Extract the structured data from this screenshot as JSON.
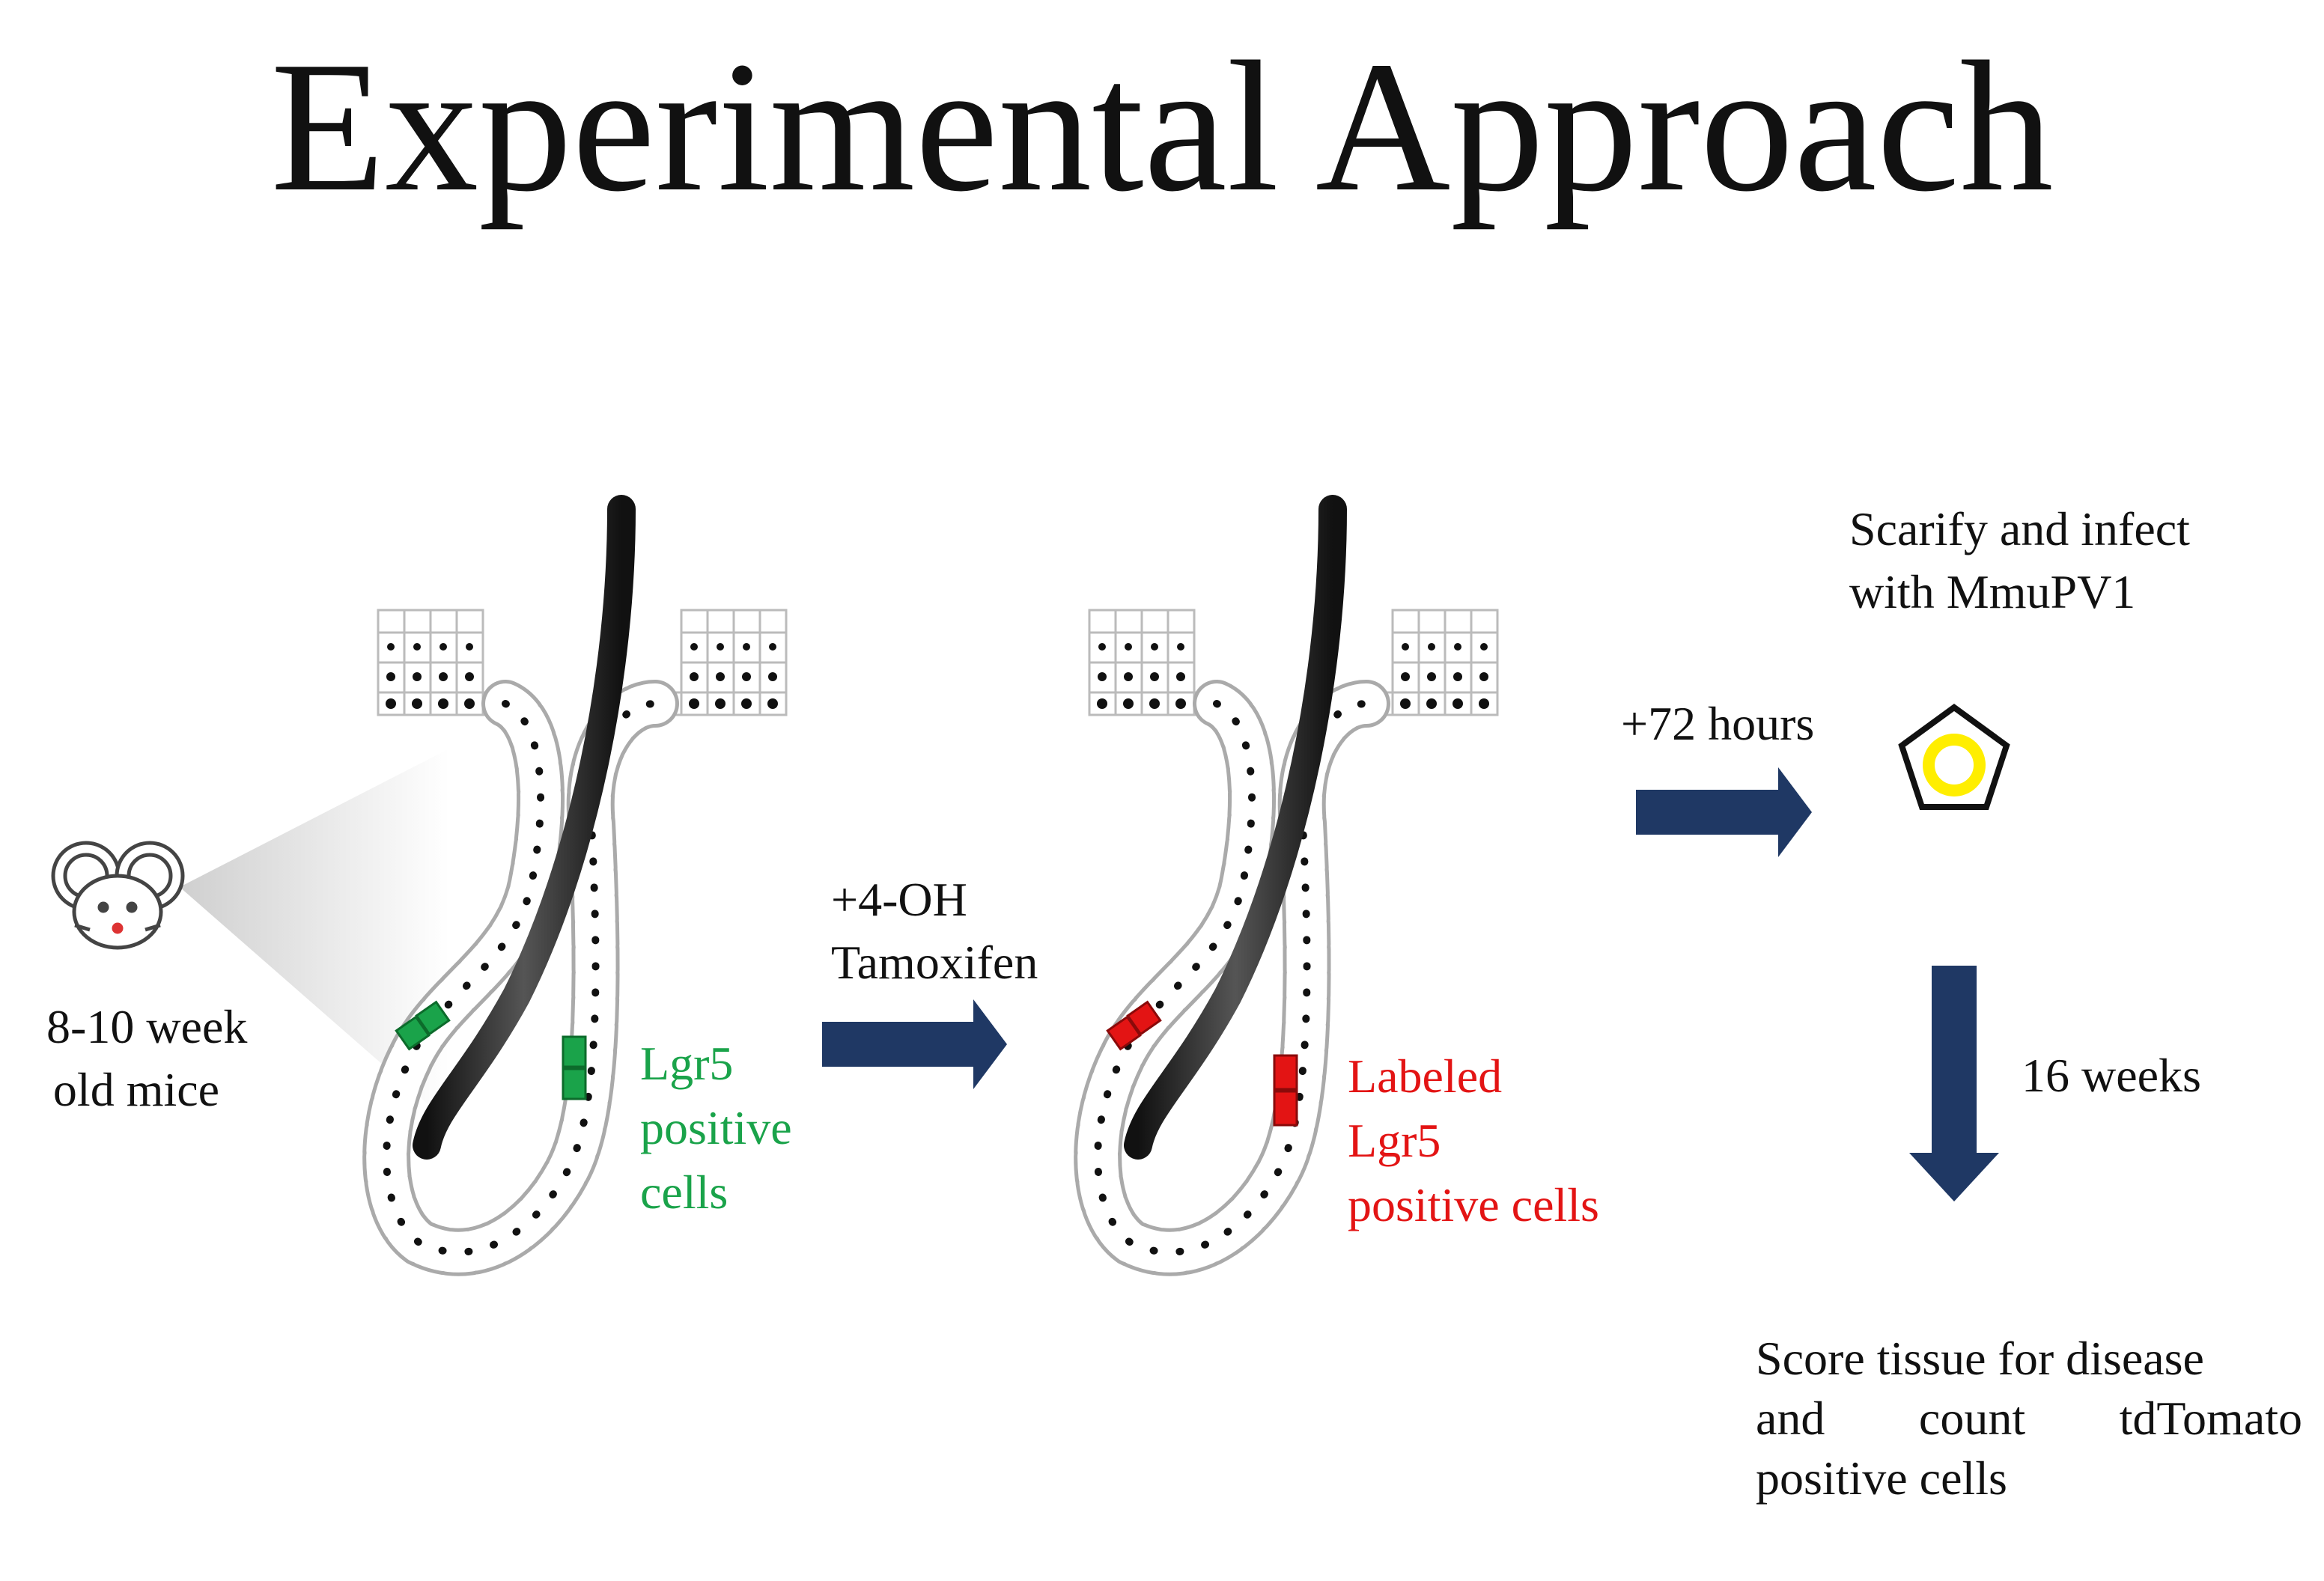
{
  "title": "Experimental Approach",
  "mouse_label": [
    "8-10 week",
    "old mice"
  ],
  "green_label": [
    "Lgr5",
    "positive",
    "cells"
  ],
  "tamoxifen_label": [
    "+4-OH",
    "Tamoxifen"
  ],
  "red_label": [
    "Labeled",
    "Lgr5",
    "positive cells"
  ],
  "hours_label": "+72 hours",
  "infect_label": [
    "Scarify and infect",
    "with MmuPV1"
  ],
  "weeks_label": "16 weeks",
  "score_label": [
    "Score tissue for disease",
    "and count tdTomato",
    "positive cells"
  ],
  "colors": {
    "arrow": "#1f3864",
    "green_cell": "#1aa34a",
    "red_cell": "#e31414",
    "virus_ring": "#ffee00",
    "hair": "#222222"
  },
  "icons": [
    "mouse-icon",
    "hair-follicle-icon",
    "virus-icon",
    "arrow-icon"
  ]
}
